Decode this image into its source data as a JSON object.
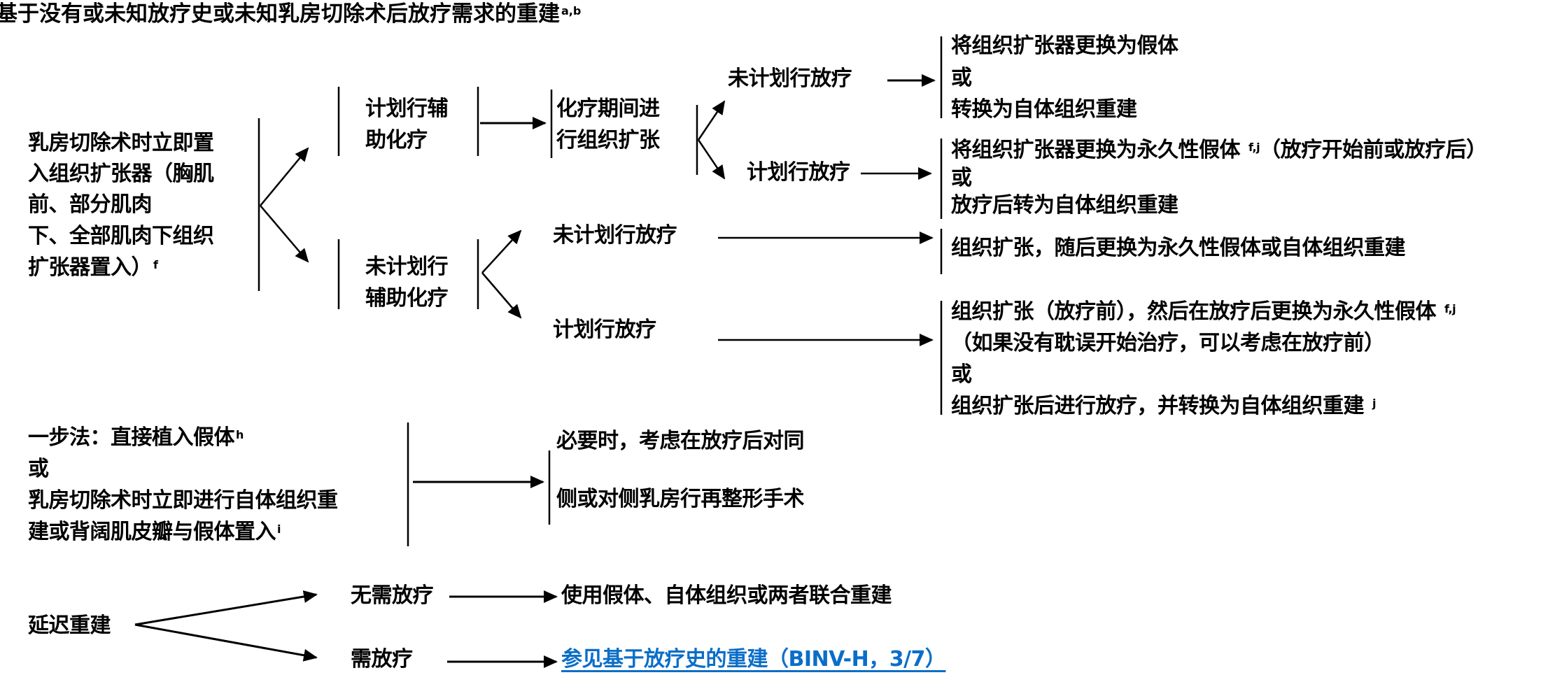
{
  "title": {
    "text": "基于没有或未知放疗史或未知乳房切除术后放疗需求的重建",
    "sup": "a,b"
  },
  "immediate_expander": {
    "lines": [
      "乳房切除术时立即置",
      "入组织扩张器（胸肌",
      "前、部分肌肉",
      "下、全部肌肉下组织",
      "扩张器置入）"
    ],
    "sup": "f"
  },
  "adjuvant_chemo_planned": {
    "lines": [
      "计划行辅",
      "助化疗"
    ]
  },
  "expansion_during_chemo": {
    "lines": [
      "化疗期间进",
      "行组织扩张"
    ]
  },
  "adjuvant_chemo_not_planned": {
    "lines": [
      "未计划行",
      "辅助化疗"
    ]
  },
  "branch_a_no_rt": {
    "label": "未计划行放疗"
  },
  "branch_a_rt": {
    "label": "计划行放疗"
  },
  "branch_b_no_rt": {
    "label": "未计划行放疗"
  },
  "branch_b_rt": {
    "label": "计划行放疗"
  },
  "outcome_a_no_rt": {
    "lines": [
      "将组织扩张器更换为假体",
      "或",
      "转换为自体组织重建"
    ]
  },
  "outcome_a_rt": {
    "line1": "将组织扩张器更换为永久性假体",
    "line1_sup": "f,j",
    "line1_tail": "（放疗开始前或放疗后）",
    "line2": "或",
    "line3": "放疗后转为自体组织重建"
  },
  "outcome_b_no_rt": {
    "text": "组织扩张，随后更换为永久性假体或自体组织重建"
  },
  "outcome_b_rt": {
    "line1": "组织扩张（放疗前），然后在放疗后更换为永久性假体",
    "line1_sup": "f,j",
    "line2": "（如果没有耽误开始治疗，可以考虑在放疗前）",
    "line3": "或",
    "line4": "组织扩张后进行放疗，并转换为自体组织重建",
    "line4_sup": "j"
  },
  "one_step": {
    "line1": "一步法：直接植入假体",
    "line1_sup": "h",
    "line2": "或",
    "line3": "乳房切除术时立即进行自体组织重",
    "line4": "建或背阔肌皮瓣与假体置入",
    "line4_sup": "i"
  },
  "one_step_outcome": {
    "lines": [
      "必要时，考虑在放疗后对同",
      "侧或对侧乳房行再整形手术"
    ]
  },
  "delayed": {
    "label": "延迟重建"
  },
  "delayed_no_rt": {
    "label": "无需放疗",
    "outcome": "使用假体、自体组织或两者联合重建"
  },
  "delayed_rt": {
    "label": "需放疗",
    "link": "参见基于放疗史的重建（BINV-H，3/7）"
  },
  "colors": {
    "link": "#0a6ec8",
    "text": "#000000"
  }
}
